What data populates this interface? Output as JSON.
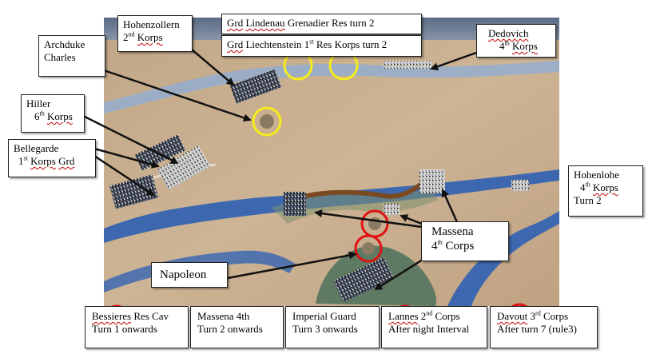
{
  "labels": {
    "archduke": {
      "l1": "Archduke",
      "l2": "Charles"
    },
    "hohenzollern": {
      "l1": "Hohenzollern",
      "l2a": "2",
      "l2sup": "nd",
      "l2b": "Korps"
    },
    "lindenau": {
      "w1": "Grd",
      "w2": "Lindenau",
      "rest": "Grenadier Res turn 2"
    },
    "liechtenstein": {
      "w1": "Grd",
      "w2": "Liechtenstein",
      "mid": "1",
      "sup": "st",
      "rest": "Res Korps turn 2"
    },
    "dedovich": {
      "l1": "Dedovich",
      "l2a": "4",
      "l2sup": "th",
      "l2b": "Korps"
    },
    "hiller": {
      "l1": "Hiller",
      "l2a": "6",
      "l2sup": "th",
      "l2b": "Korps"
    },
    "bellegarde": {
      "l1": "Bellegarde",
      "l2a": "1",
      "l2sup": "st",
      "l2b": "Korps",
      "l2c": "Grd"
    },
    "hohenlohe": {
      "l1": "Hohenlohe",
      "l2a": "4",
      "l2sup": "th",
      "l2b": "Korps",
      "l3": "Turn 2"
    },
    "massena_main": {
      "l1": "Massena",
      "l2a": "4",
      "l2sup": "th",
      "l2b": "Corps"
    },
    "napoleon": {
      "l1": "Napoleon"
    }
  },
  "bottom_boxes": {
    "bessieres": {
      "w1": "Bessieres",
      "rest1": "Res Cav",
      "l2": "Turn 1 onwards"
    },
    "massena": {
      "l1": "Massena 4th",
      "l2": "Turn 2 onwards"
    },
    "guard": {
      "l1": "Imperial Guard",
      "l2": "Turn 3 onwards"
    },
    "lannes": {
      "w1": "Lannes",
      "a": "2",
      "sup": "nd",
      "rest": "Corps",
      "l2": "After night Interval"
    },
    "davout": {
      "w1": "Davout",
      "a": "3",
      "sup": "rd",
      "rest": "Corps",
      "l2": "After turn 7 (rule3)"
    }
  },
  "colors": {
    "table": "#c6ad8c",
    "river": "#3f6cb6",
    "river_light": "#7fa3d6",
    "terrain": "#6f8a72",
    "arrow": "#111111",
    "circle_yellow": "#f5ec1a",
    "circle_red": "#e01010",
    "spellcheck": "#c00000"
  }
}
